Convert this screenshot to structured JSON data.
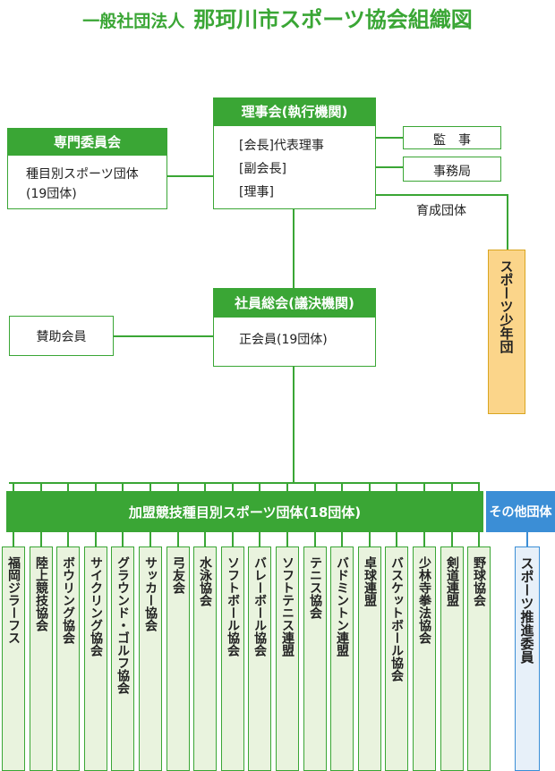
{
  "title": {
    "org": "一般社団法人",
    "name": "那珂川市スポーツ協会組織図"
  },
  "board": {
    "header": "理事会(執行機関)",
    "lines": [
      "[会長]代表理事",
      "[副会長]",
      "[理事]"
    ]
  },
  "specialist_committee": {
    "header": "専門委員会",
    "lines": [
      "種目別スポーツ団体",
      "(19団体)"
    ]
  },
  "auditor": "監　事",
  "secretariat": "事務局",
  "training_label": "育成団体",
  "youth_sports": "スポーツ少年団",
  "general_meeting": {
    "header": "社員総会(議決機関)",
    "body": "正会員(19団体)"
  },
  "supporting_member": "賛助会員",
  "federation": "加盟競技種目別スポーツ団体(18団体)",
  "others": "その他団体",
  "associations": [
    "福岡ジラーフス",
    "陸上競技協会",
    "ボウリング協会",
    "サイクリング協会",
    "グラウンド・ゴルフ協会",
    "サッカー協会",
    "弓友会",
    "水泳協会",
    "ソフトボール協会",
    "バレーボール協会",
    "ソフトテニス連盟",
    "テニス協会",
    "バドミントン連盟",
    "卓球連盟",
    "バスケットボール協会",
    "少林寺拳法協会",
    "剣道連盟",
    "野球協会"
  ],
  "other_groups": [
    "スポーツ推進委員"
  ],
  "colors": {
    "green": "#3aa635",
    "light_green": "#e9f3de",
    "blue": "#3b8ed6",
    "orange": "#fbd58a"
  }
}
